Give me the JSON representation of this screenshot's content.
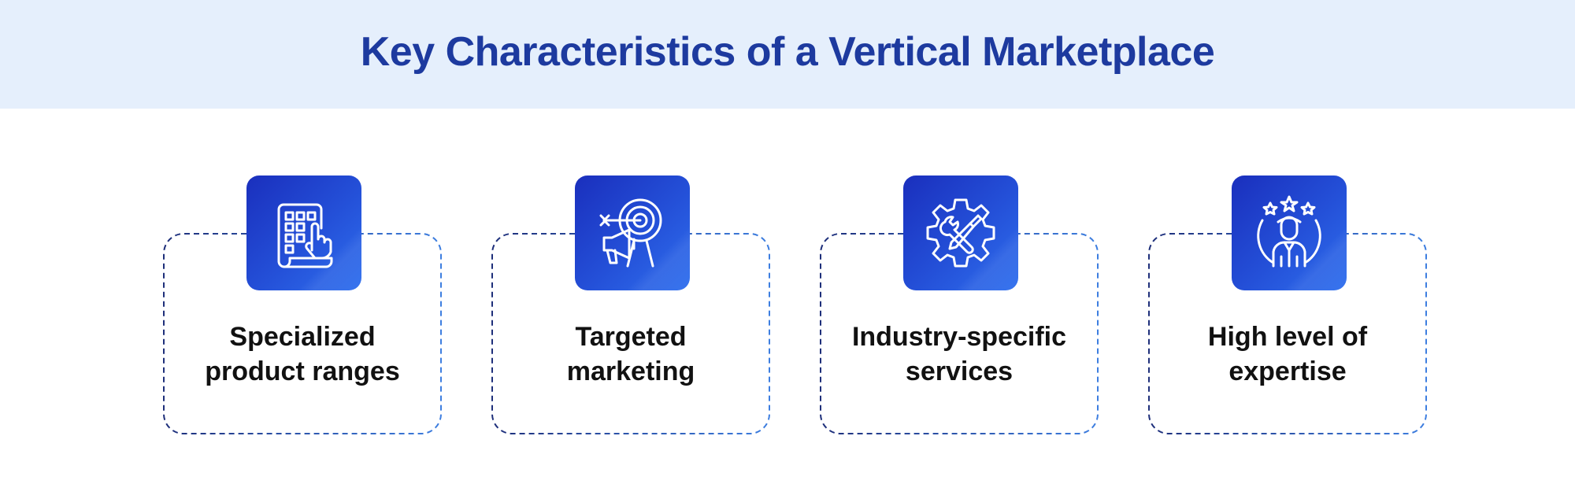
{
  "header": {
    "title": "Key Characteristics of a Vertical Marketplace"
  },
  "cards": [
    {
      "line1": "Specialized",
      "line2": "product ranges",
      "icon": "touch-keypad-icon"
    },
    {
      "line1": "Targeted",
      "line2": "marketing",
      "icon": "megaphone-target-icon"
    },
    {
      "line1": "Industry-specific",
      "line2": "services",
      "icon": "gear-tools-icon"
    },
    {
      "line1": "High level of",
      "line2": "expertise",
      "icon": "expert-stars-icon"
    }
  ],
  "colors": {
    "header_bg": "#e5effc",
    "title": "#1d3a9f",
    "tile_start": "#1a2fbd",
    "tile_end": "#2f6fee",
    "dash_left": "#1e2f7a",
    "dash_right": "#3d7ee0",
    "label": "#111111"
  }
}
